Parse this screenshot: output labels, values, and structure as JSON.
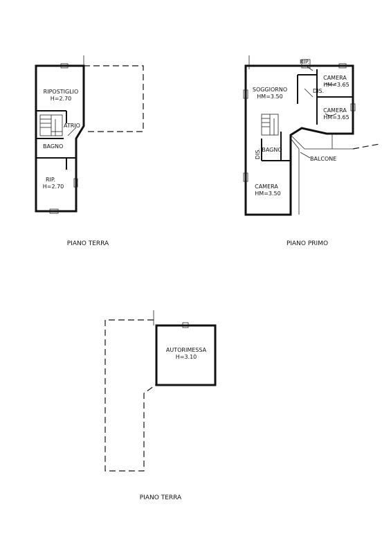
{
  "plans": {
    "ground_floor": {
      "title": "PIANO TERRA",
      "rooms": {
        "ripostiglio": {
          "name": "RIPOSTIGLIO",
          "height": "H=2.70"
        },
        "atrio": {
          "name": "ATRIO"
        },
        "bagno": {
          "name": "BAGNO"
        },
        "rip": {
          "name": "RIP.",
          "height": "H=2.70"
        }
      }
    },
    "first_floor": {
      "title": "PIANO PRIMO",
      "rooms": {
        "rip": {
          "name": "RIP."
        },
        "camera_1": {
          "name": "CAMERA",
          "height": "HM=3.65"
        },
        "soggiorno": {
          "name": "SOGGIORNO",
          "height": "HM=3.50"
        },
        "dis_1": {
          "name": "DIS."
        },
        "camera_2": {
          "name": "CAMERA",
          "height": "HM=3.65"
        },
        "dis_2": {
          "name": "DIS."
        },
        "bagno": {
          "name": "BAGNO"
        },
        "balcone": {
          "name": "BALCONE"
        },
        "camera_3": {
          "name": "CAMERA",
          "height": "HM=3.50"
        }
      }
    },
    "garage": {
      "title": "PIANO TERRA",
      "rooms": {
        "autorimessa": {
          "name": "AUTORIMESSA",
          "height": "H=3.10"
        }
      }
    }
  }
}
